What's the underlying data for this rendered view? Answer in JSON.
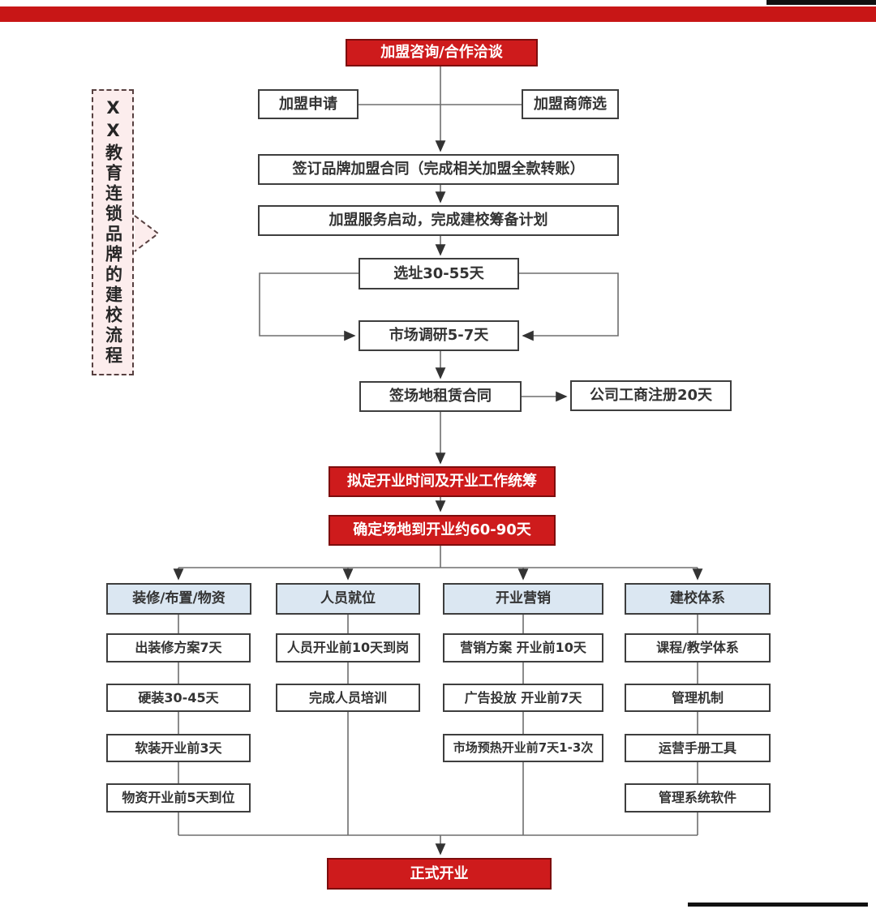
{
  "sidebar": {
    "title": "XX教育连锁品牌的建校流程"
  },
  "flow": {
    "start": "加盟咨询/合作洽谈",
    "apply": "加盟申请",
    "screen": "加盟商筛选",
    "contract": "签订品牌加盟合同（完成相关加盟全款转账）",
    "service": "加盟服务启动，完成建校筹备计划",
    "site": "选址30-55天",
    "research": "市场调研5-7天",
    "lease": "签场地租赁合同",
    "register": "公司工商注册20天",
    "plan": "拟定开业时间及开业工作统筹",
    "duration": "确定场地到开业约60-90天",
    "open": "正式开业"
  },
  "columns": [
    {
      "header": "装修/布置/物资",
      "items": [
        "出装修方案7天",
        "硬装30-45天",
        "软装开业前3天",
        "物资开业前5天到位"
      ]
    },
    {
      "header": "人员就位",
      "items": [
        "人员开业前10天到岗",
        "完成人员培训"
      ]
    },
    {
      "header": "开业营销",
      "items": [
        "营销方案 开业前10天",
        "广告投放 开业前7天",
        "市场预热开业前7天1-3次"
      ]
    },
    {
      "header": "建校体系",
      "items": [
        "课程/教学体系",
        "管理机制",
        "运营手册工具",
        "管理系统软件"
      ]
    }
  ],
  "colors": {
    "accent_red": "#ce1b1c",
    "top_bar_red": "#c81616",
    "header_blue": "#dbe7f2",
    "sidebar_pink": "#fceded",
    "line_gray": "#6e6e6e"
  }
}
